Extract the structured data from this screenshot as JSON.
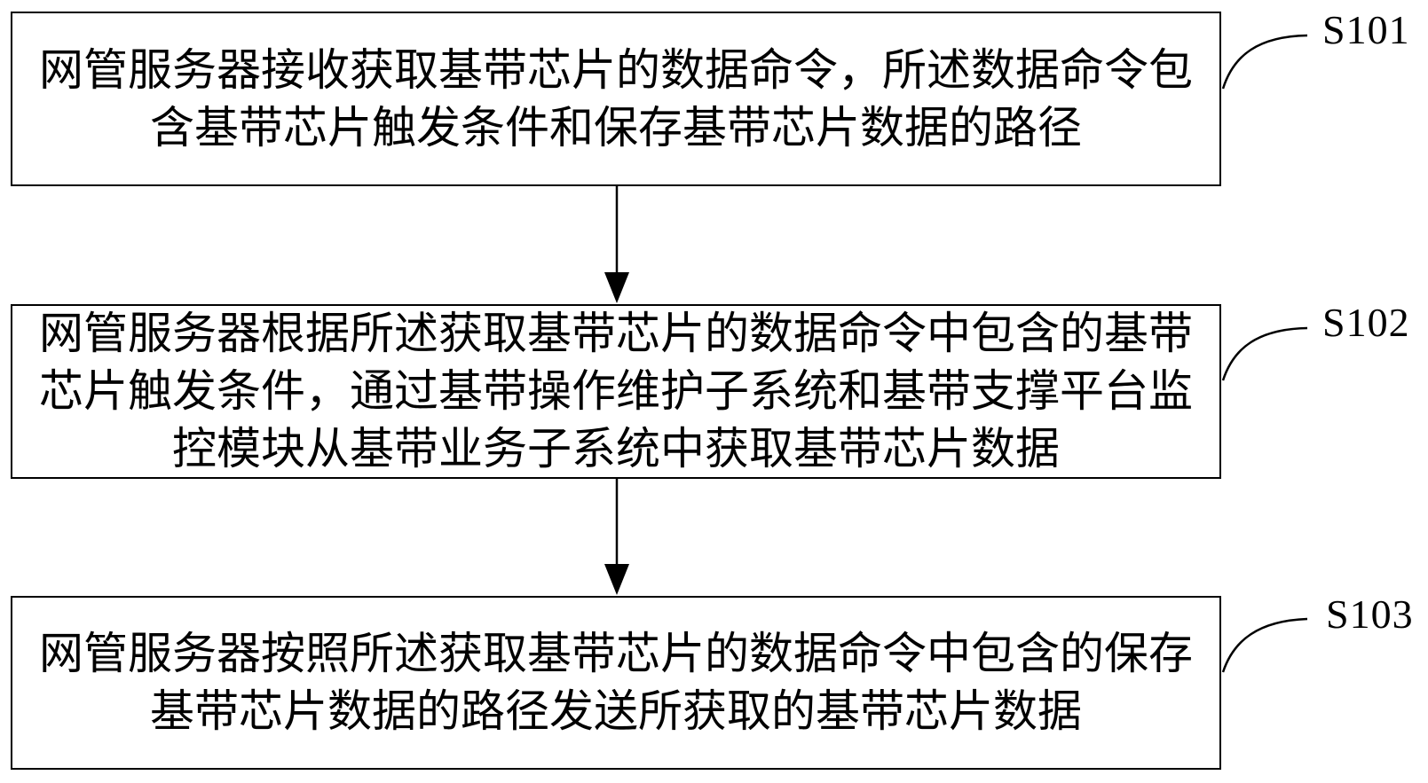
{
  "page": {
    "background_color": "#ffffff",
    "ink_color": "#000000"
  },
  "flowchart": {
    "type": "flowchart",
    "direction": "top-down",
    "steps": [
      {
        "id": "S101",
        "lines": [
          "网管服务器接收获取基带芯片的数据命令，所述数据命令包",
          "含基带芯片触发条件和保存基带芯片数据的路径"
        ],
        "text": "网管服务器接收获取基带芯片的数据命令，所述数据命令包含基带芯片触发条件和保存基带芯片数据的路径"
      },
      {
        "id": "S102",
        "lines": [
          "网管服务器根据所述获取基带芯片的数据命令中包含的基带",
          "芯片触发条件，通过基带操作维护子系统和基带支撑平台监",
          "控模块从基带业务子系统中获取基带芯片数据"
        ],
        "text": "网管服务器根据所述获取基带芯片的数据命令中包含的基带芯片触发条件，通过基带操作维护子系统和基带支撑平台监控模块从基带业务子系统中获取基带芯片数据"
      },
      {
        "id": "S103",
        "lines": [
          "网管服务器按照所述获取基带芯片的数据命令中包含的保存",
          "基带芯片数据的路径发送所获取的基带芯片数据"
        ],
        "text": "网管服务器按照所述获取基带芯片的数据命令中包含的保存基带芯片数据的路径发送所获取的基带芯片数据"
      }
    ],
    "connectors": [
      {
        "from": "S101",
        "to": "S102",
        "type": "arrow-down"
      },
      {
        "from": "S102",
        "to": "S103",
        "type": "arrow-down"
      }
    ]
  }
}
